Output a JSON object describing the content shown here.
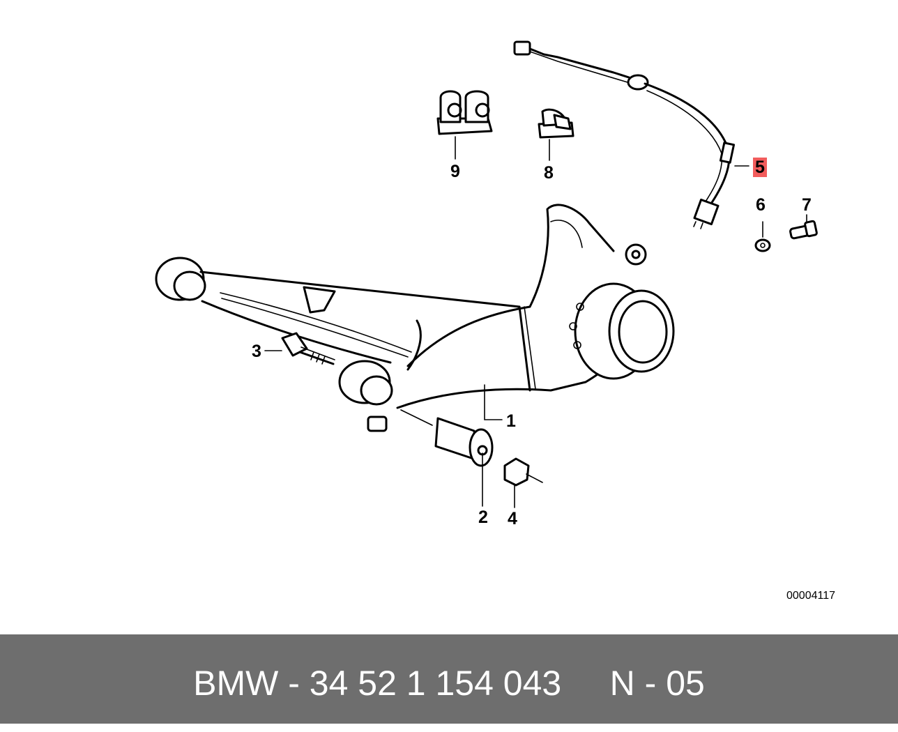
{
  "diagram": {
    "callouts": [
      {
        "id": "1",
        "label": "1"
      },
      {
        "id": "2",
        "label": "2"
      },
      {
        "id": "3",
        "label": "3"
      },
      {
        "id": "4",
        "label": "4"
      },
      {
        "id": "5",
        "label": "5",
        "highlighted": true
      },
      {
        "id": "6",
        "label": "6"
      },
      {
        "id": "7",
        "label": "7"
      },
      {
        "id": "8",
        "label": "8"
      },
      {
        "id": "9",
        "label": "9"
      }
    ],
    "code": "00004117",
    "highlight_color": "#f25c5c"
  },
  "footer": {
    "text": "BMW - 34 52 1 154 043     N - 05",
    "background_color": "#6e6e6e"
  }
}
